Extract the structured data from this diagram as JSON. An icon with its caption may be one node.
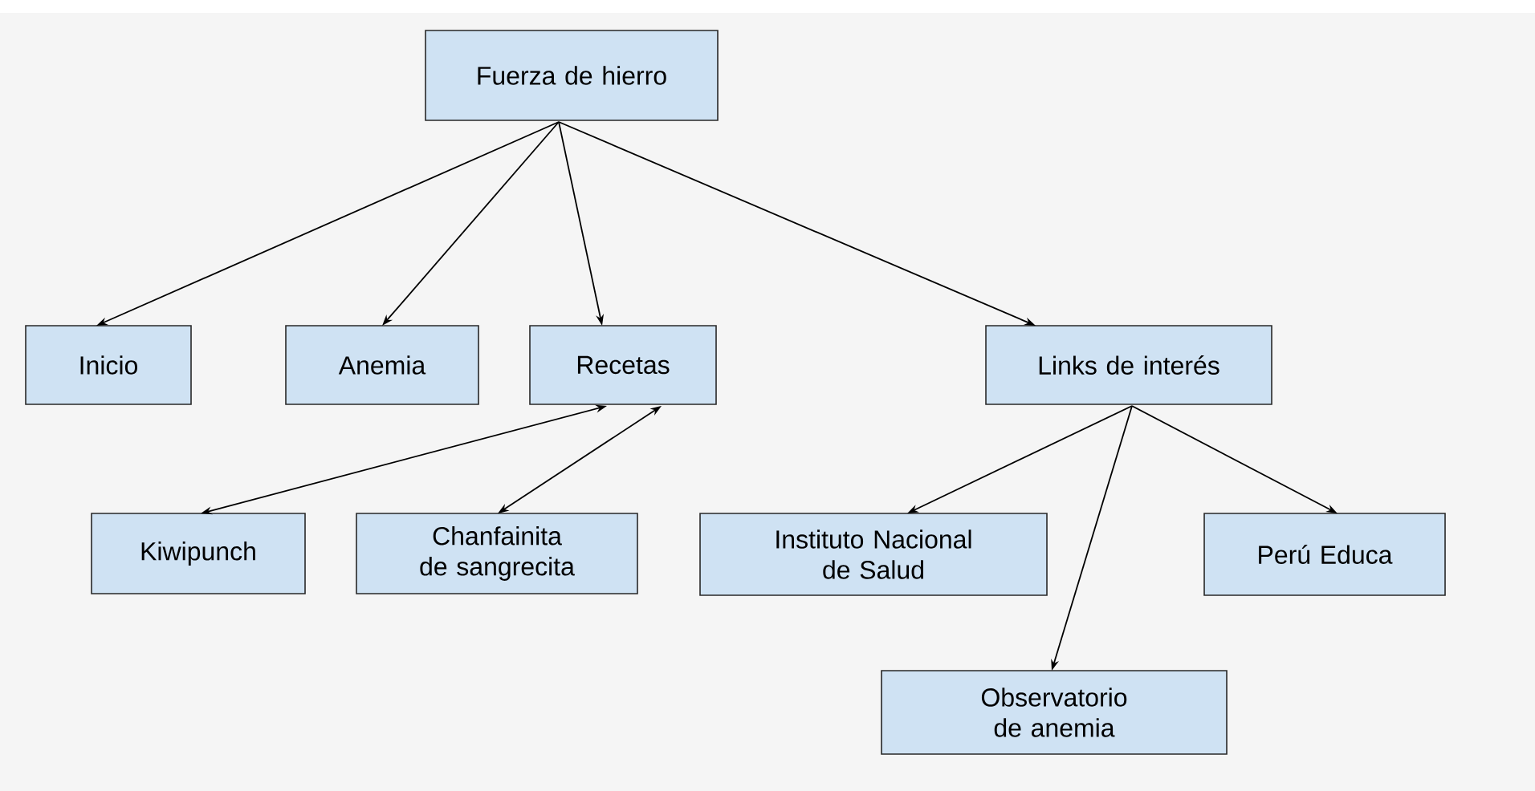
{
  "diagram": {
    "nodes": [
      {
        "text": [
          "Fuerza de hierro"
        ]
      },
      {
        "text": [
          "Inicio"
        ]
      },
      {
        "text": [
          "Anemia"
        ]
      },
      {
        "text": [
          "Recetas"
        ]
      },
      {
        "text": [
          "Links de interés"
        ]
      },
      {
        "text": [
          "Kiwipunch"
        ]
      },
      {
        "text": [
          "Chanfainita de sangrecita"
        ]
      },
      {
        "text": [
          "Instituto Nacional de Salud"
        ]
      },
      {
        "text": [
          "Perú Educa"
        ]
      },
      {
        "text": [
          "Observatorio de anemia"
        ]
      }
    ],
    "edges": [
      {
        "from": 0,
        "to": 1,
        "arrow": "to"
      },
      {
        "from": 0,
        "to": 2,
        "arrow": "to"
      },
      {
        "from": 0,
        "to": 3,
        "arrow": "to"
      },
      {
        "from": 0,
        "to": 4,
        "arrow": "to"
      },
      {
        "from": 3,
        "to": 5,
        "arrow": "both"
      },
      {
        "from": 3,
        "to": 6,
        "arrow": "both"
      },
      {
        "from": 4,
        "to": 7,
        "arrow": "to"
      },
      {
        "from": 4,
        "to": 9,
        "arrow": "to"
      },
      {
        "from": 4,
        "to": 8,
        "arrow": "to"
      }
    ]
  }
}
